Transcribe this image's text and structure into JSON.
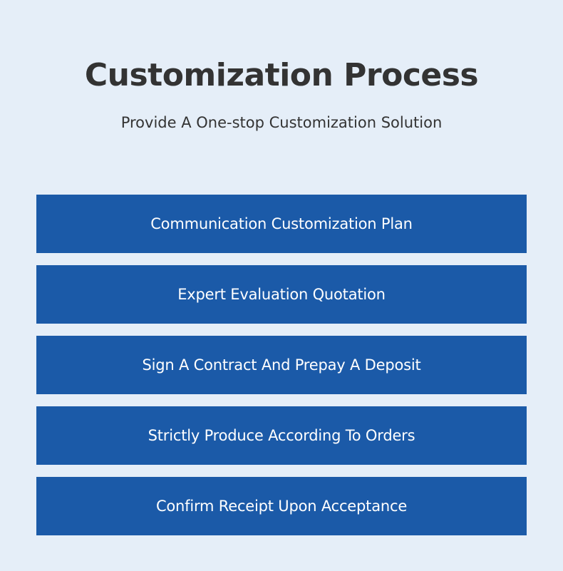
{
  "header": {
    "title": "Customization Process",
    "subtitle": "Provide A One-stop Customization Solution"
  },
  "steps": [
    {
      "label": "Communication Customization Plan"
    },
    {
      "label": "Expert Evaluation Quotation"
    },
    {
      "label": "Sign A Contract And Prepay A Deposit"
    },
    {
      "label": "Strictly Produce According To Orders"
    },
    {
      "label": "Confirm Receipt Upon Acceptance"
    }
  ],
  "colors": {
    "background": "#e5eef8",
    "step_fill": "#1b5aa8",
    "step_text": "#ffffff",
    "heading_text": "#333333"
  }
}
